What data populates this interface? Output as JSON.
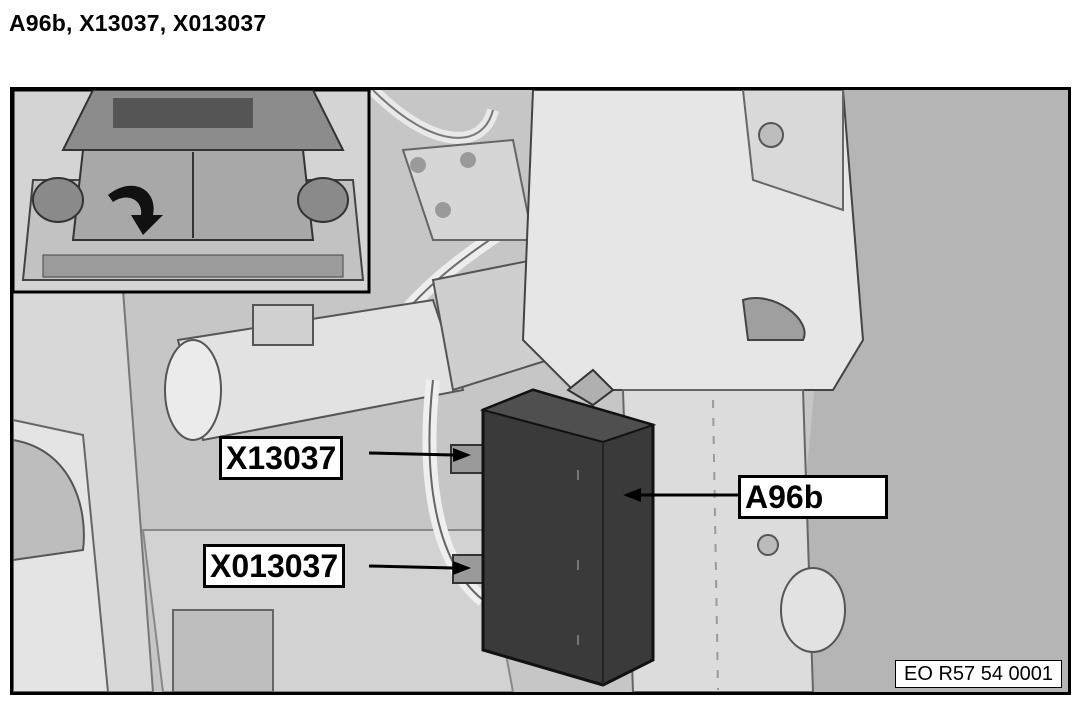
{
  "title": "A96b, X13037, X013037",
  "callouts": {
    "x13037": "X13037",
    "x013037": "X013037",
    "a96b": "A96b"
  },
  "reference_code": "EO R57 54 0001",
  "colors": {
    "module": "#3a3a3a",
    "background": "#c9c9c9",
    "panel": "#e6e6e6"
  }
}
